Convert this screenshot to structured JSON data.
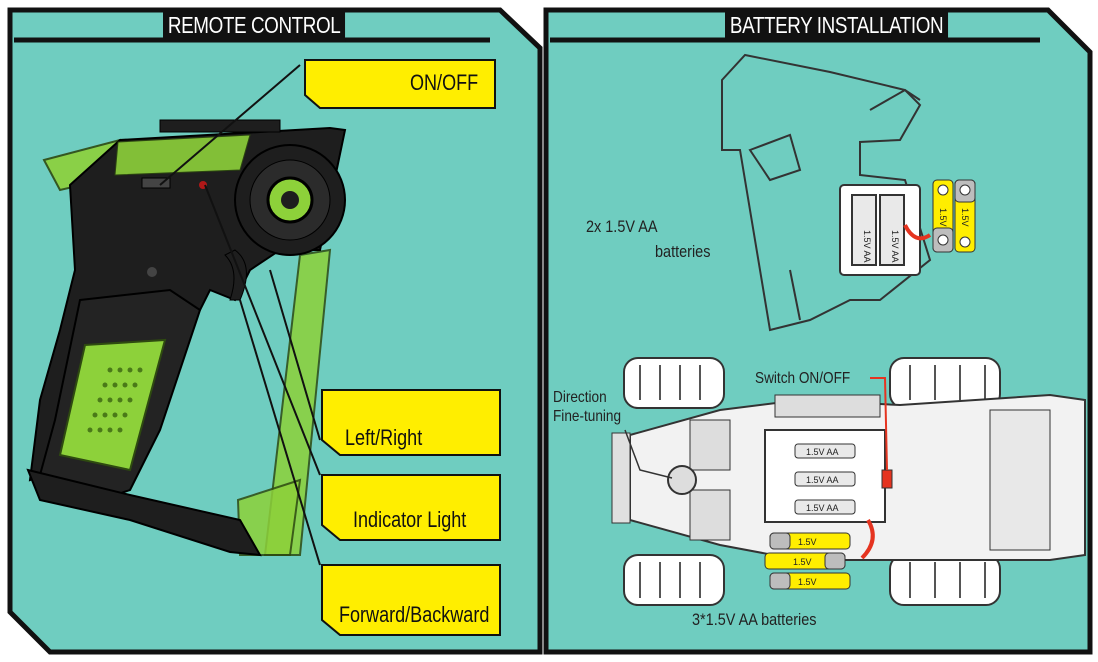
{
  "colors": {
    "teal": "#6fcdc0",
    "yellow": "#ffee00",
    "black": "#111111",
    "green": "#8dd13a",
    "red": "#e53420"
  },
  "remote": {
    "title": "REMOTE CONTROL",
    "labels": {
      "on_off": "ON/OFF",
      "left_right": "Left/Right",
      "indicator": "Indicator Light",
      "forward_backward": "Forward/Backward"
    }
  },
  "battery": {
    "title": "BATTERY INSTALLATION",
    "remote_note_1": "2x 1.5V AA",
    "remote_note_2": "batteries",
    "remote_cells": [
      "1.5V AA",
      "1.5V AA"
    ],
    "loose_cells": [
      "1.5V",
      "1.5V"
    ],
    "switch_label": "Switch ON/OFF",
    "direction_1": "Direction",
    "direction_2": "Fine-tuning",
    "car_cells": [
      "1.5V AA",
      "1.5V AA",
      "1.5V AA"
    ],
    "car_loose": [
      "1.5V",
      "1.5V",
      "1.5V"
    ],
    "car_note": "3*1.5V AA  batteries"
  }
}
